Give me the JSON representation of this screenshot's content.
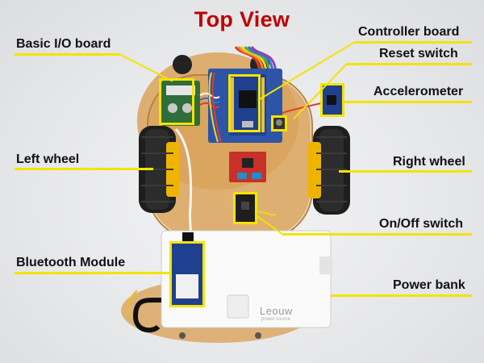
{
  "title": "Top View",
  "labels": {
    "controller_board": "Controller board",
    "reset_switch": "Reset switch",
    "accelerometer": "Accelerometer",
    "basic_io_board": "Basic I/O board",
    "left_wheel": "Left wheel",
    "right_wheel": "Right wheel",
    "on_off_switch": "On/Off switch",
    "bluetooth_module": "Bluetooth Module",
    "power_bank": "Power bank"
  },
  "colors": {
    "title": "#c00000",
    "highlight": "#f2e400",
    "chassis": "#d9a35a",
    "wheel": "#1e1e1e",
    "wheel_hub": "#f0b400",
    "power_bank": "#fafafa",
    "pcb_blue": "#1f3f8f",
    "pcb_red": "#c8302a"
  },
  "product": {
    "power_bank_brand": "Leouw",
    "power_bank_subtext": "power source"
  }
}
